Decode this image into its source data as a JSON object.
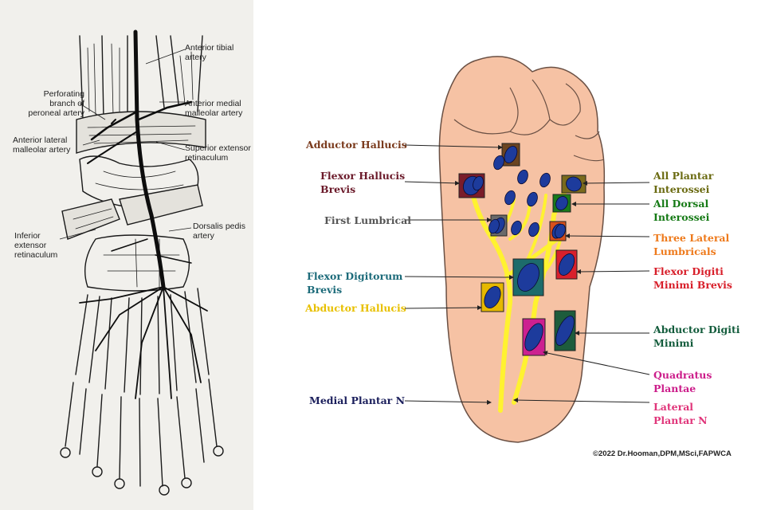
{
  "left_figure": {
    "labels": {
      "anterior_tibial": [
        "Anterior tibial",
        "artery"
      ],
      "perforating_branch": [
        "Perforating",
        "branch of",
        "peroneal artery"
      ],
      "anterior_medial_malleolar": [
        "Anterior medial",
        "malleolar artery"
      ],
      "anterior_lateral_malleolar": [
        "Anterior lateral",
        "malleolar artery"
      ],
      "superior_extensor_retinaculum": [
        "Superior extensor",
        "retinaculum"
      ],
      "dorsalis_pedis": [
        "Dorsalis pedis",
        "artery"
      ],
      "inferior_extensor_retinaculum": [
        "Inferior",
        "extensor",
        "retinaculum"
      ]
    }
  },
  "right_figure": {
    "labels": {
      "adductor_hallucis": {
        "lines": [
          "Adductor Hallucis"
        ],
        "color": "#7a3a1c"
      },
      "flexor_hallucis_brevis": {
        "lines": [
          "Flexor Hallucis",
          "Brevis"
        ],
        "color": "#6b1a2a"
      },
      "first_lumbrical": {
        "lines": [
          "First Lumbrical"
        ],
        "color": "#555555"
      },
      "flexor_digitorum_brevis": {
        "lines": [
          "Flexor Digitorum",
          "Brevis"
        ],
        "color": "#1d6b7a"
      },
      "abductor_hallucis": {
        "lines": [
          "Abductor Hallucis"
        ],
        "color": "#e8c000"
      },
      "medial_plantar_n": {
        "lines": [
          "Medial  Plantar N"
        ],
        "color": "#1b1f5c"
      },
      "all_plantar_interossei": {
        "lines": [
          "All Plantar",
          "Interossei"
        ],
        "color": "#6b6b12"
      },
      "all_dorsal_interossei": {
        "lines": [
          "All Dorsal",
          "Interossei"
        ],
        "color": "#157a15"
      },
      "three_lateral_lumbricals": {
        "lines": [
          "Three Lateral",
          "Lumbricals"
        ],
        "color": "#ee7a1c"
      },
      "flexor_digiti_minimi_brevis": {
        "lines": [
          "Flexor Digiti",
          "Minimi Brevis"
        ],
        "color": "#d81f2a"
      },
      "abductor_digiti_minimi": {
        "lines": [
          "Abductor Digiti",
          "Minimi"
        ],
        "color": "#135c3c"
      },
      "quadratus_plantae": {
        "lines": [
          "Quadratus",
          "Plantae"
        ],
        "color": "#cc1d8a"
      },
      "lateral_plantar_n": {
        "lines": [
          "Lateral",
          "Plantar N"
        ],
        "color": "#e0357a"
      }
    },
    "colors": {
      "foot_skin": "#f6c2a4",
      "foot_outline": "#6a5044",
      "nerve": "#fff230",
      "muscle": "#1d3b9c",
      "box_adductor_hallucis": "#6b4420",
      "box_flexor_hallucis_brevis": "#7a1c2a",
      "box_first_lumbrical": "#6a6a6a",
      "box_flexor_digitorum_brevis": "#1d6b6b",
      "box_abductor_hallucis": "#e6b800",
      "box_all_plantar_interossei": "#7a6a1c",
      "box_all_dorsal_interossei": "#1a7a1a",
      "box_three_lateral_lumbricals": "#d8501c",
      "box_flexor_digiti_minimi_brevis": "#d8202c",
      "box_abductor_digiti_minimi": "#1d5c3c",
      "box_quadratus_plantae": "#cc2090"
    },
    "copyright": "©2022 Dr.Hooman,DPM,MSci,FAPWCA"
  }
}
